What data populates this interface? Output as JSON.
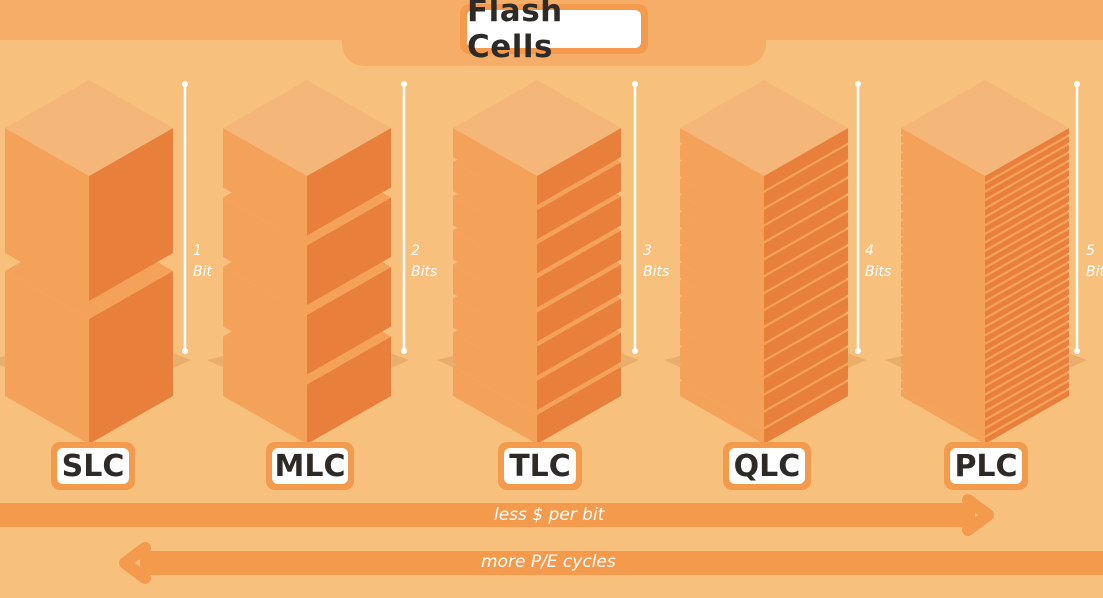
{
  "title": "Flash Cells",
  "cells": [
    {
      "label": "SLC",
      "bits_number": "1",
      "bits_unit": "Bit",
      "layers": 2
    },
    {
      "label": "MLC",
      "bits_number": "2",
      "bits_unit": "Bits",
      "layers": 4
    },
    {
      "label": "TLC",
      "bits_number": "3",
      "bits_unit": "Bits",
      "layers": 8
    },
    {
      "label": "QLC",
      "bits_number": "4",
      "bits_unit": "Bits",
      "layers": 16
    },
    {
      "label": "PLC",
      "bits_number": "5",
      "bits_unit": "Bit",
      "layers": 32
    }
  ],
  "arrows": {
    "cost": "less $ per bit",
    "endurance": "more P/E cycles"
  },
  "colors": {
    "background": "#f8c07d",
    "band": "#f6ad67",
    "cube_top": "#f5b779",
    "cube_left": "#f4a259",
    "cube_right": "#e8803c",
    "arrow": "#f39a4c",
    "shadow": "#e9ad6c"
  }
}
